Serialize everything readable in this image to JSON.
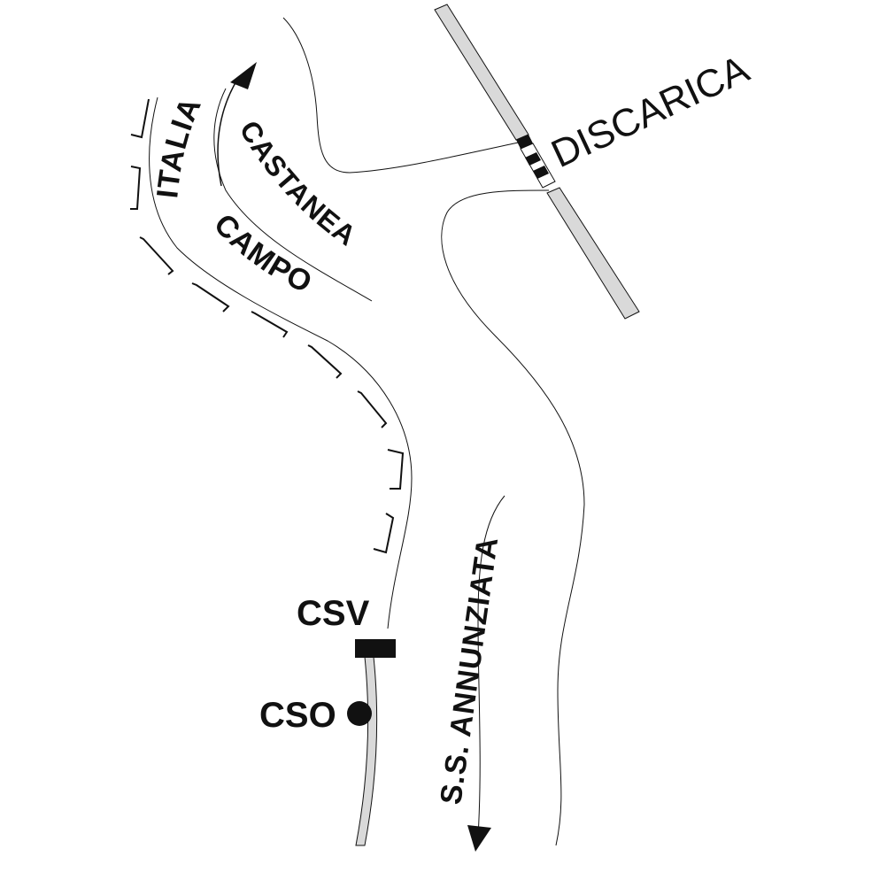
{
  "colors": {
    "ink": "#111111",
    "rail_fill": "#d9d9d9",
    "background": "#ffffff"
  },
  "labels": {
    "campo_italia_line1": "ITALIA",
    "campo_italia_line2": "CAMPO",
    "castanea": "CASTANEA",
    "discarica": "DISCARICA",
    "ss_annunziata": "S.S. ANNUNZIATA",
    "csv": "CSV",
    "cso": "CSO"
  },
  "symbols": {
    "csv_marker": "filled-rectangle",
    "cso_marker": "filled-circle",
    "direction_arrows": [
      "arrow-up-icon",
      "arrow-down-icon"
    ]
  }
}
